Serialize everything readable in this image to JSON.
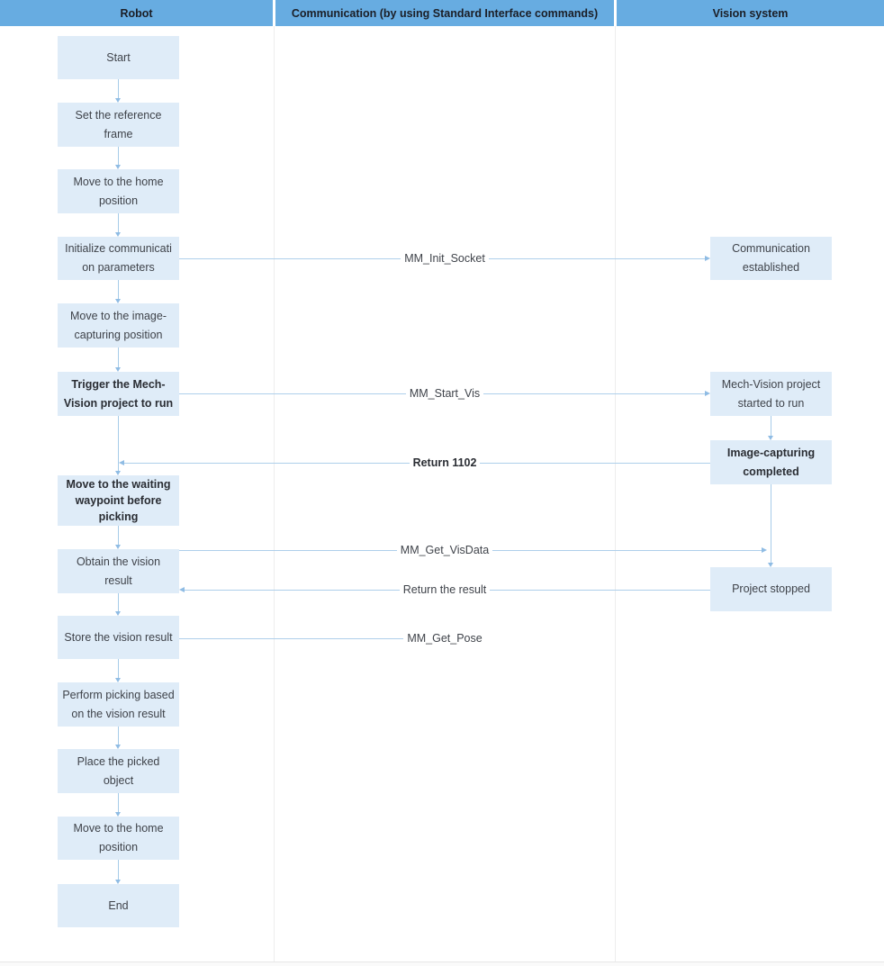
{
  "header": {
    "robot": "Robot",
    "communication": "Communication (by using Standard Interface commands)",
    "vision": "Vision system"
  },
  "robot_steps": [
    {
      "label": "Start"
    },
    {
      "label": "Set the reference\nframe"
    },
    {
      "label": "Move to the home\nposition"
    },
    {
      "label": "Initialize communicati\non parameters"
    },
    {
      "label": "Move to the image-\ncapturing position"
    },
    {
      "label": "Trigger the Mech-\nVision project to run"
    },
    {
      "label": "Move to the waiting\nwaypoint before\npicking"
    },
    {
      "label": "Obtain the vision\nresult"
    },
    {
      "label": "Store the vision result"
    },
    {
      "label": "Perform picking based\non the vision result"
    },
    {
      "label": "Place the picked\nobject"
    },
    {
      "label": "Move to the home\nposition"
    },
    {
      "label": "End"
    }
  ],
  "vision_boxes": [
    {
      "label": "Communication\nestablished"
    },
    {
      "label": "Mech-Vision project\nstarted to run"
    },
    {
      "label": "Image-capturing\ncompleted"
    },
    {
      "label": "Project stopped"
    }
  ],
  "messages": [
    {
      "label": "MM_Init_Socket"
    },
    {
      "label": "MM_Start_Vis"
    },
    {
      "label": "Return 1102"
    },
    {
      "label": "MM_Get_VisData"
    },
    {
      "label": "Return the result"
    },
    {
      "label": "MM_Get_Pose"
    }
  ],
  "colors": {
    "header_bg": "#67ACE1",
    "node_bg": "#DFECF8",
    "connector": "#A6CBE9"
  }
}
